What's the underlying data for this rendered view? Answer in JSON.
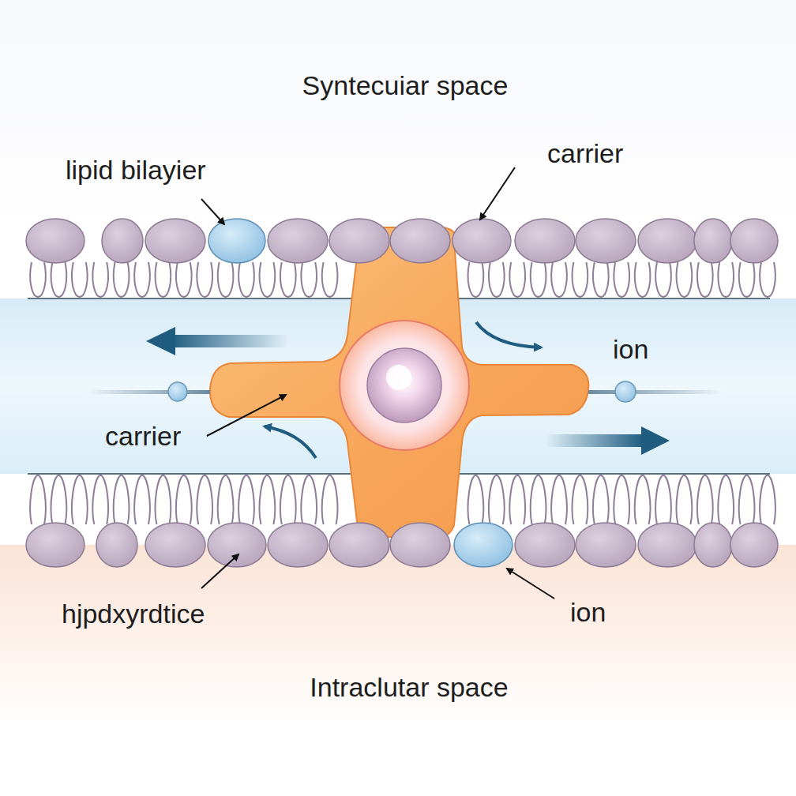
{
  "diagram": {
    "labels": [
      "Syntecuiar space",
      "lipid bilayier",
      "carrier",
      "ion",
      "carrier",
      "hjpdxyrdtice",
      "ion",
      "Intraclutar space"
    ]
  }
}
